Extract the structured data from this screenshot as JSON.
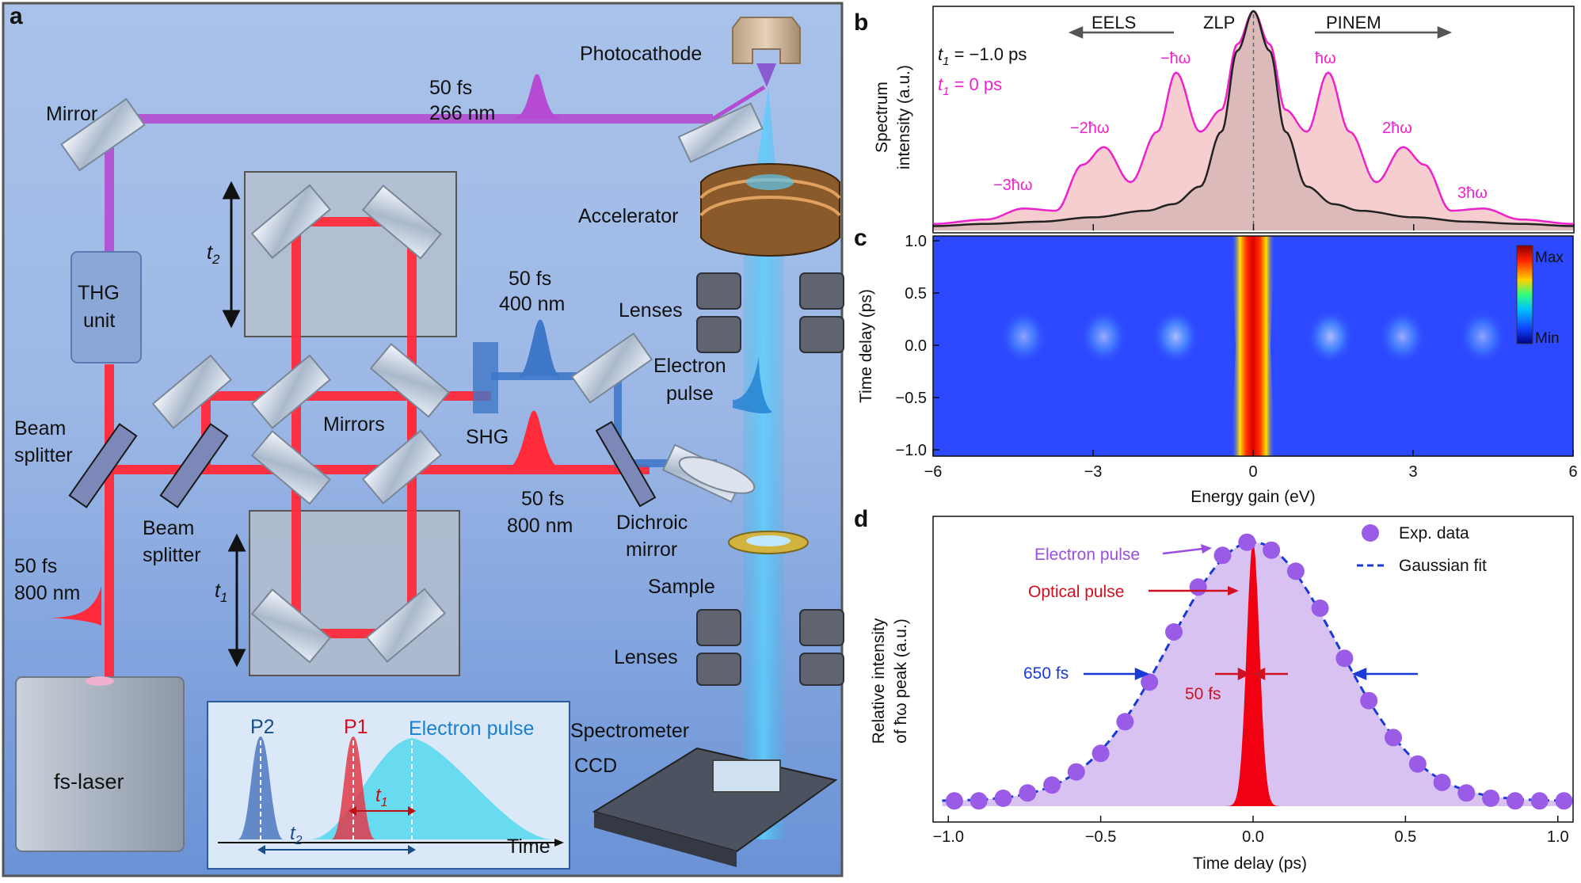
{
  "panel_a": {
    "letter": "a",
    "labels": {
      "photocathode": "Photocathode",
      "mirror": "Mirror",
      "uv_pulse_duration": "50 fs",
      "uv_pulse_wavelength": "266 nm",
      "accelerator": "Accelerator",
      "t2": "t",
      "t2_sub": "2",
      "thg_line1": "THG",
      "thg_line2": "unit",
      "blue_pulse_duration": "50 fs",
      "blue_pulse_wavelength": "400 nm",
      "lenses_top": "Lenses",
      "electron_pulse_line1": "Electron",
      "electron_pulse_line2": "pulse",
      "mirrors": "Mirrors",
      "shg": "SHG",
      "bs1_line1": "Beam",
      "bs1_line2": "splitter",
      "bs2_line1": "Beam",
      "bs2_line2": "splitter",
      "red_pulse_duration": "50 fs",
      "red_pulse_wavelength": "800 nm",
      "dichroic_line1": "Dichroic",
      "dichroic_line2": "mirror",
      "sample": "Sample",
      "t1": "t",
      "t1_sub": "1",
      "laser_pulse_duration": "50 fs",
      "laser_pulse_wavelength": "800 nm",
      "lenses_bottom": "Lenses",
      "fs_laser": "fs-laser",
      "spectrometer": "Spectrometer",
      "ccd": "CCD"
    },
    "inset": {
      "p2": "P2",
      "p1": "P1",
      "electron_pulse": "Electron pulse",
      "t1": "t",
      "t1_sub": "1",
      "t2": "t",
      "t2_sub": "2",
      "time": "Time"
    },
    "colors": {
      "background_top": "#a8c1e8",
      "background_bottom": "#6f95d6",
      "uv_beam": "#b44bd2",
      "red_beam": "#ff2a3a",
      "blue_beam": "#3f78c8",
      "electron_beam": "#3db7ea"
    }
  },
  "panel_b": {
    "letter": "b",
    "ylabel_line1": "Spectrum",
    "ylabel_line2": "intensity (a.u.)",
    "legend_t1_black": "t",
    "legend_t1_black_sub": "1",
    "legend_t1_black_value": " = −1.0 ps",
    "legend_t1_pink": "t",
    "legend_t1_pink_sub": "1",
    "legend_t1_pink_value": " = 0 ps",
    "eels": "EELS",
    "zlp": "ZLP",
    "pinem": "PINEM",
    "peaks": [
      "−3ħω",
      "−2ħω",
      "−ħω",
      "ħω",
      "2ħω",
      "3ħω"
    ]
  },
  "panel_c": {
    "letter": "c",
    "ylabel": "Time delay (ps)",
    "xlabel": "Energy gain (eV)",
    "colorbar_max": "Max",
    "colorbar_min": "Min",
    "x_ticks": [
      "−6",
      "−3",
      "0",
      "3",
      "6"
    ],
    "y_ticks": [
      "1.0",
      "0.5",
      "0.0",
      "−0.5",
      "−1.0"
    ]
  },
  "panel_d": {
    "letter": "d",
    "ylabel_line1": "Relative intensity",
    "ylabel_line2": "of ħω peak (a.u.)",
    "xlabel": "Time delay (ps)",
    "x_ticks": [
      "−1.0",
      "−0.5",
      "0.0",
      "0.5",
      "1.0"
    ],
    "legend_exp": "Exp. data",
    "legend_fit": "Gaussian fit",
    "electron_pulse": "Electron pulse",
    "optical_pulse": "Optical pulse",
    "fwhm_electron": "650 fs",
    "fwhm_optical": "50 fs"
  },
  "chart_data": [
    {
      "panel": "b",
      "type": "line",
      "xlabel": "Energy gain (eV)",
      "ylabel": "Spectrum intensity (a.u.)",
      "xlim": [
        -6,
        6
      ],
      "ylim": [
        0,
        1.0
      ],
      "series": [
        {
          "name": "t1 = −1.0 ps",
          "color": "#222222",
          "x": [
            -6,
            -5,
            -4,
            -3,
            -2,
            -1.5,
            -1,
            -0.6,
            -0.3,
            0,
            0.3,
            0.6,
            1,
            1.5,
            2,
            3,
            4,
            5,
            6
          ],
          "y": [
            0.02,
            0.03,
            0.04,
            0.06,
            0.09,
            0.12,
            0.2,
            0.45,
            0.82,
            1.0,
            0.82,
            0.45,
            0.2,
            0.12,
            0.09,
            0.06,
            0.04,
            0.03,
            0.02
          ]
        },
        {
          "name": "t1 = 0 ps",
          "color": "#ee22cc",
          "x": [
            -6,
            -5,
            -4.3,
            -3.7,
            -3.2,
            -2.8,
            -2.3,
            -1.8,
            -1.45,
            -1.0,
            -0.6,
            -0.3,
            0,
            0.3,
            0.6,
            1.0,
            1.4,
            1.8,
            2.3,
            2.8,
            3.2,
            3.7,
            4.3,
            5,
            6
          ],
          "y": [
            0.03,
            0.05,
            0.1,
            0.09,
            0.3,
            0.38,
            0.22,
            0.45,
            0.72,
            0.45,
            0.55,
            0.85,
            1.0,
            0.85,
            0.55,
            0.45,
            0.72,
            0.45,
            0.22,
            0.38,
            0.3,
            0.09,
            0.1,
            0.05,
            0.03
          ]
        }
      ]
    },
    {
      "panel": "c",
      "type": "heatmap",
      "xlabel": "Energy gain (eV)",
      "ylabel": "Time delay (ps)",
      "xlim": [
        -6,
        6
      ],
      "ylim": [
        -1.0,
        1.0
      ],
      "sideband_energies_eV": [
        -4.3,
        -2.8,
        -1.45,
        0,
        1.45,
        2.8,
        4.3
      ],
      "sideband_strength": [
        0.06,
        0.12,
        0.25,
        1.0,
        0.25,
        0.12,
        0.06
      ],
      "temporal_width_ps": 0.28
    },
    {
      "panel": "d",
      "type": "scatter",
      "xlabel": "Time delay (ps)",
      "ylabel": "Relative intensity of ħω peak (a.u.)",
      "xlim": [
        -1.05,
        1.05
      ],
      "ylim": [
        0,
        1.05
      ],
      "series": [
        {
          "name": "Exp. data",
          "x": [
            -0.98,
            -0.9,
            -0.82,
            -0.74,
            -0.66,
            -0.58,
            -0.5,
            -0.42,
            -0.34,
            -0.26,
            -0.18,
            -0.1,
            -0.02,
            0.06,
            0.14,
            0.22,
            0.3,
            0.38,
            0.46,
            0.54,
            0.62,
            0.7,
            0.78,
            0.86,
            0.94,
            1.02
          ],
          "y": [
            0.02,
            0.02,
            0.03,
            0.05,
            0.08,
            0.13,
            0.2,
            0.32,
            0.47,
            0.66,
            0.83,
            0.95,
            1.0,
            0.97,
            0.89,
            0.75,
            0.56,
            0.4,
            0.26,
            0.16,
            0.09,
            0.05,
            0.03,
            0.02,
            0.02,
            0.02
          ]
        },
        {
          "name": "Gaussian fit",
          "fwhm_ps": 0.65,
          "center_ps": 0.0
        },
        {
          "name": "Optical pulse",
          "fwhm_ps": 0.05,
          "center_ps": 0.0
        }
      ]
    }
  ]
}
